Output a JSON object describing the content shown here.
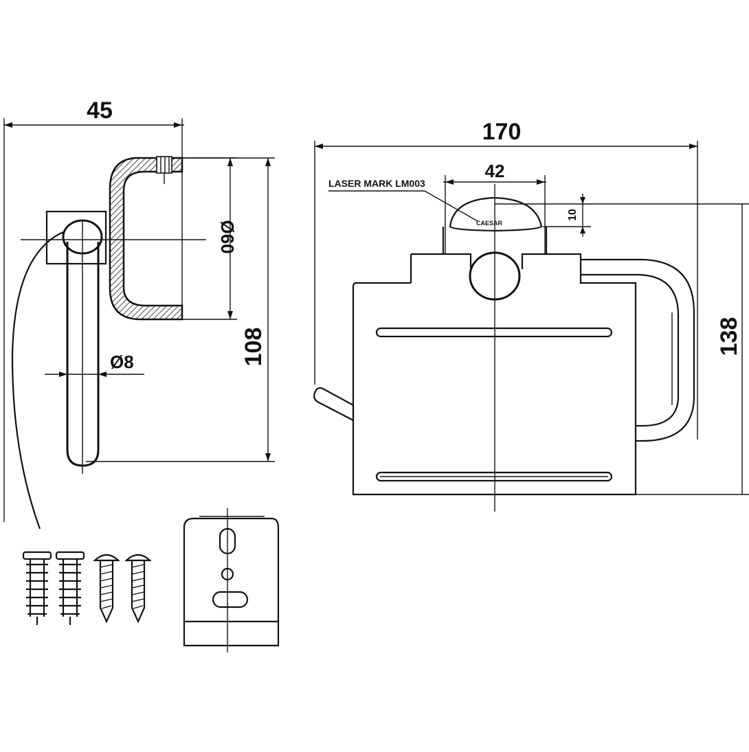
{
  "side_view": {
    "depth_label": "45",
    "diameter_label": "Ø60",
    "height_label": "108",
    "rod_label": "Ø8"
  },
  "front_view": {
    "width_label": "170",
    "plate_width_label": "42",
    "offset_label": "10",
    "height_label": "138",
    "laser_note": "LASER MARK LM003",
    "logo_text": "CAESAR"
  },
  "colors": {
    "line": "#111111",
    "background": "#ffffff"
  }
}
